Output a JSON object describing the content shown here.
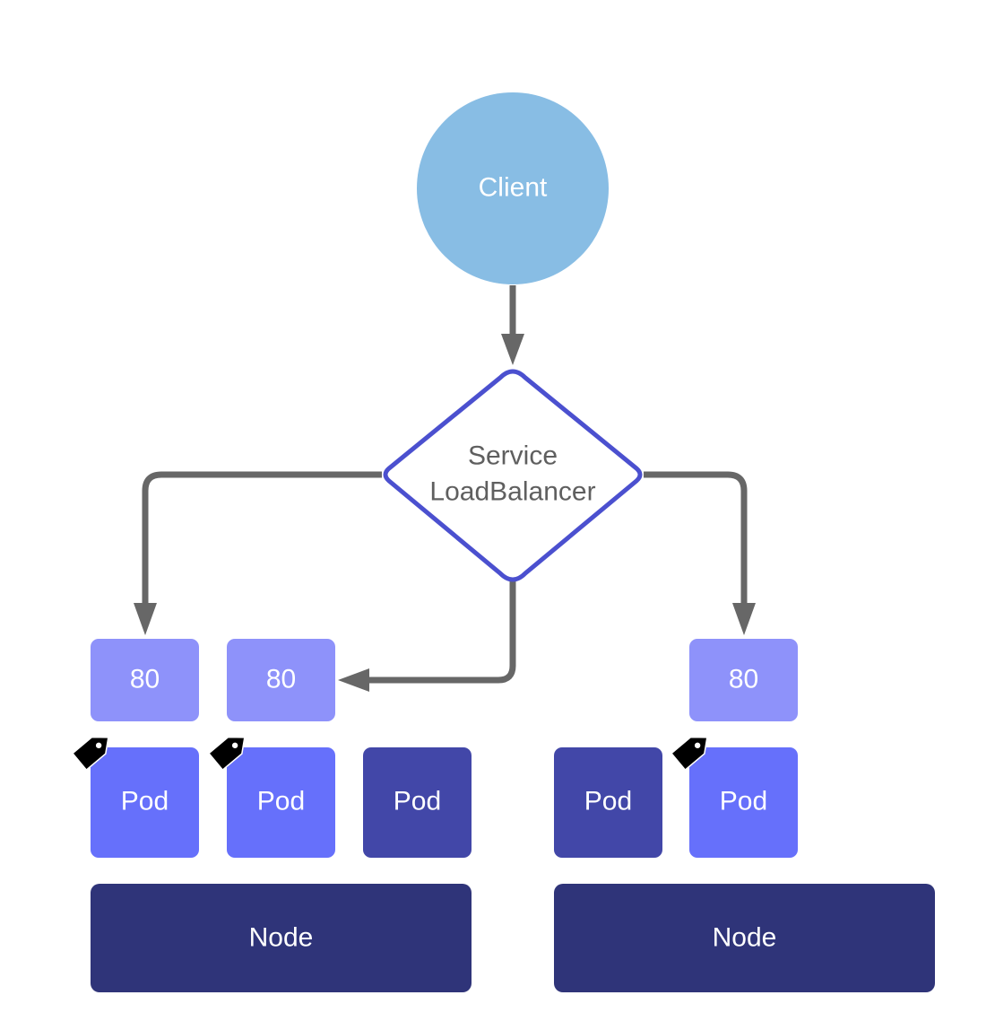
{
  "client": {
    "label": "Client"
  },
  "service": {
    "line1": "Service",
    "line2": "LoadBalancer"
  },
  "ports": [
    {
      "label": "80"
    },
    {
      "label": "80"
    },
    {
      "label": "80"
    }
  ],
  "pods": [
    {
      "label": "Pod",
      "labeled": true
    },
    {
      "label": "Pod",
      "labeled": true
    },
    {
      "label": "Pod",
      "labeled": false
    },
    {
      "label": "Pod",
      "labeled": false
    },
    {
      "label": "Pod",
      "labeled": true
    }
  ],
  "nodes": [
    {
      "label": "Node"
    },
    {
      "label": "Node"
    }
  ],
  "colors": {
    "client": "#88bde4",
    "service_border": "#4b50cf",
    "service_text": "#5f5f5f",
    "port": "#8e92fa",
    "pod_selected": "#6670fb",
    "pod_unselected": "#4247a8",
    "node": "#2f3479",
    "arrow": "#676767",
    "tag": "#000000"
  },
  "icons": {
    "pod_tag": "tag-icon"
  }
}
